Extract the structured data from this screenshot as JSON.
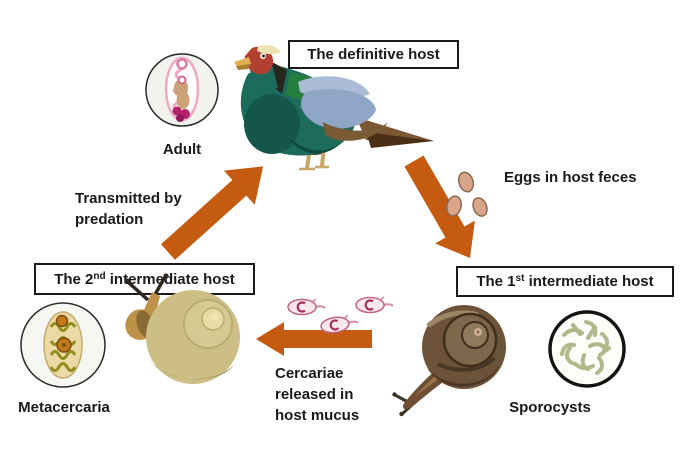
{
  "colors": {
    "arrow": "#C55A11",
    "outline": "#1a1a1a",
    "egg_fill": "#D9A58A",
    "egg_stroke": "#8a6a50",
    "cercaria_outline": "#c2647e",
    "cercaria_fill": "#fbe7ef",
    "cercaria_inner": "#a63058",
    "sporocyst_tube": "#b2b88c",
    "pheasant_body": "#1d6b5b",
    "snail_pale_shell": "#ccbe85",
    "snail_brown_shell": "#6b5238",
    "fluke_pink": "#efa9c2",
    "metacercaria_capsule": "#ecdaa6",
    "sucker_orange": "#c07818"
  },
  "host_boxes": {
    "definitive": "The definitive host",
    "second": {
      "pre": "The 2",
      "sup": "nd",
      "post": " intermediate host"
    },
    "first": {
      "pre": "The 1",
      "sup": "st",
      "post": " intermediate host"
    }
  },
  "labels": {
    "adult": "Adult",
    "metacercaria": "Metacercaria",
    "sporocysts": "Sporocysts",
    "eggs": "Eggs in host feces",
    "transmitted": {
      "line1": "Transmitted by",
      "line2": "predation"
    },
    "cercariae": {
      "line1": "Cercariae",
      "line2": "released in",
      "line3": "host mucus"
    }
  },
  "illustrations": {
    "definitive_host_animal": "green pheasant",
    "second_intermediate_animal": "pale land snail",
    "first_intermediate_animal": "brown land snail",
    "adult_stage": "adult fluke inside circle",
    "metacercaria_stage": "encysted metacercaria inside circle",
    "sporocysts_stage": "tangled sporocysts inside circle",
    "eggs": "three parasite eggs",
    "cercariae": "three swimming cercariae"
  }
}
